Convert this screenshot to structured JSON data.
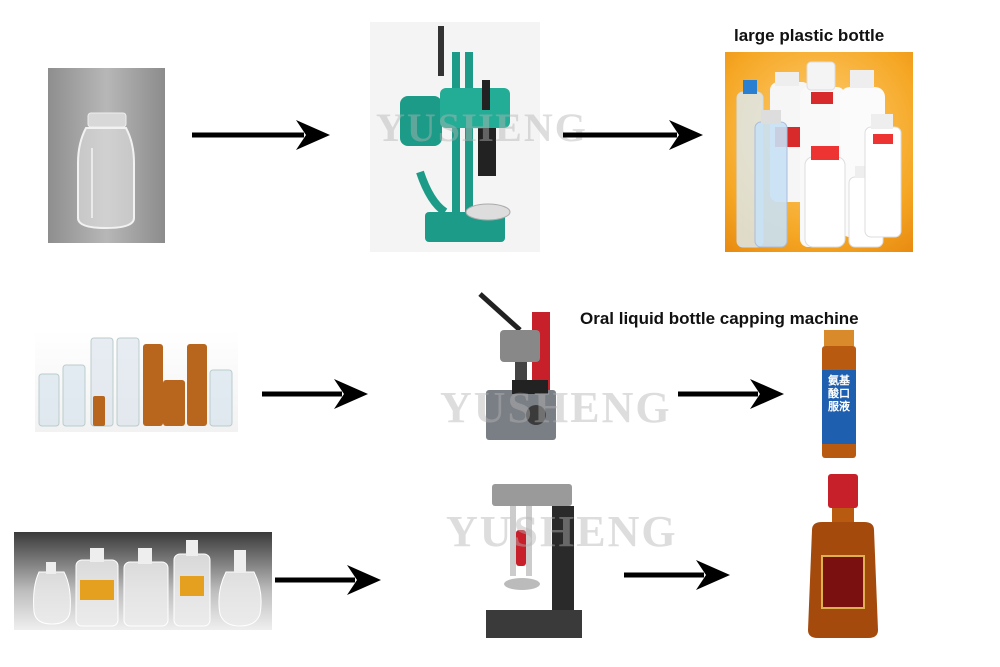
{
  "labels": {
    "large_plastic_bottle": "large plastic bottle",
    "oral_liquid_machine": "Oral liquid bottle capping machine"
  },
  "watermarks": {
    "row1": "YUSHENG",
    "row2": "YUSHENG",
    "row3": "YUSHENG"
  },
  "bottle_print": {
    "oral_label": "氨基酸口服液"
  },
  "colors": {
    "arrow": "#000000",
    "machine_teal": "#1c9c88",
    "machine_red": "#c8202a",
    "amber_glass": "#b8661e",
    "plastic_bg": "#f5a623"
  }
}
